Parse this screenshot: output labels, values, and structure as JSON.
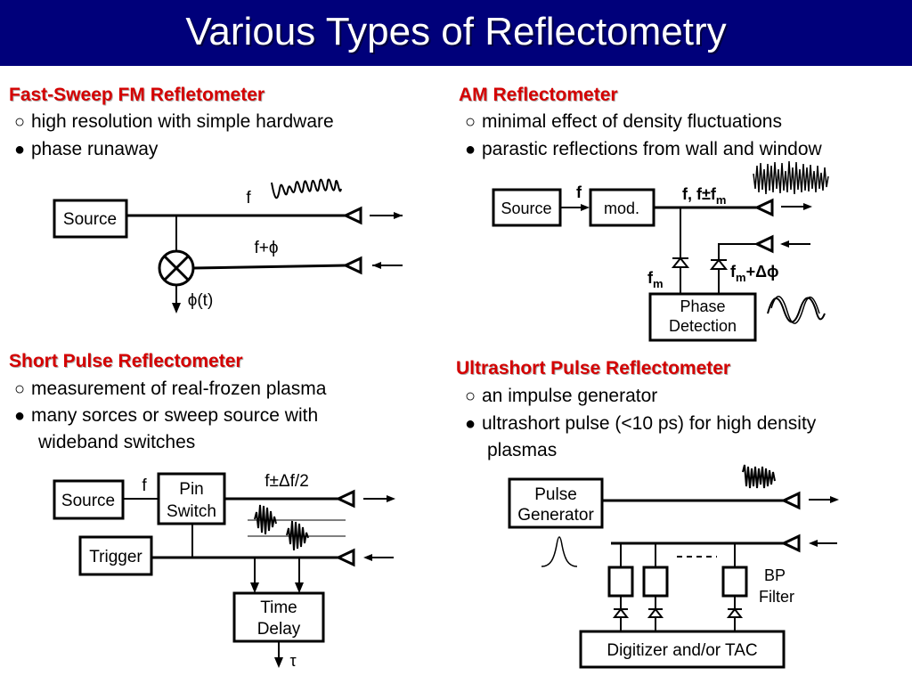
{
  "title": "Various Types of Reflectometry",
  "fast_sweep": {
    "heading": "Fast-Sweep FM Refletometer",
    "bullets": [
      {
        "marker": "○",
        "text": "high resolution with simple hardware"
      },
      {
        "marker": "●",
        "text": "phase runaway"
      }
    ],
    "diagram": {
      "source": "Source",
      "f": "f",
      "f_phi": "f+ϕ",
      "phi_t": "ϕ(t)"
    }
  },
  "am": {
    "heading": "AM Reflectometer",
    "bullets": [
      {
        "marker": "○",
        "text": "minimal effect of density fluctuations"
      },
      {
        "marker": "●",
        "text": "parastic reflections from wall and window"
      }
    ],
    "diagram": {
      "source": "Source",
      "f": "f",
      "mod": "mod.",
      "f_ffm": "f, f±f",
      "fm_sub": "m",
      "fm_left": "f",
      "fm_right": "f",
      "delta_phi": "+Δϕ",
      "phase1": "Phase",
      "phase2": "Detection"
    }
  },
  "short_pulse": {
    "heading": "Short Pulse Reflectometer",
    "bullets": [
      {
        "marker": "○",
        "text": "measurement of real-frozen plasma"
      },
      {
        "marker": "●",
        "text": "many sorces or sweep source with"
      }
    ],
    "continuation": "wideband switches",
    "diagram": {
      "source": "Source",
      "f": "f",
      "pin1": "Pin",
      "pin2": "Switch",
      "f_df": "f±Δf/2",
      "trigger": "Trigger",
      "delay1": "Time",
      "delay2": "Delay",
      "tau": "τ"
    }
  },
  "ultrashort": {
    "heading": "Ultrashort Pulse Reflectometer",
    "bullets": [
      {
        "marker": "○",
        "text": "an impulse generator"
      },
      {
        "marker": "●",
        "text": "ultrashort pulse (<10 ps) for high density"
      }
    ],
    "continuation": "plasmas",
    "diagram": {
      "pulse1": "Pulse",
      "pulse2": "Generator",
      "bp1": "BP",
      "bp2": "Filter",
      "digitizer": "Digitizer and/or TAC"
    }
  }
}
